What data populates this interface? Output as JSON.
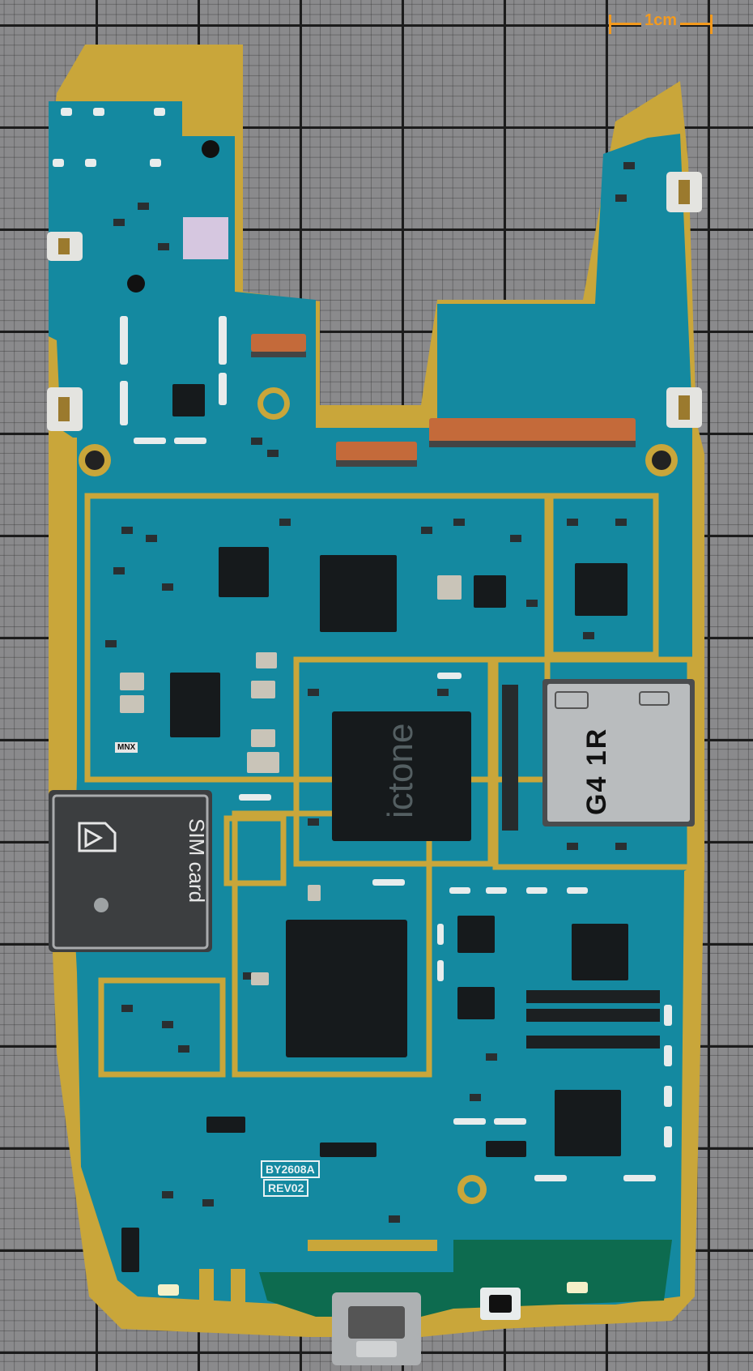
{
  "scale_bar": {
    "label": "1cm",
    "color": "#f39a1e"
  },
  "board": {
    "pcb_color": "#1489a0",
    "gold_color": "#c9a63a",
    "silkscreen": {
      "model": "BY2608A",
      "revision": "REV02"
    },
    "sim_tray_label": "SIM card",
    "sd_tray_label": "G4 1R",
    "component_label": "MNX",
    "watermark": "ictone"
  }
}
